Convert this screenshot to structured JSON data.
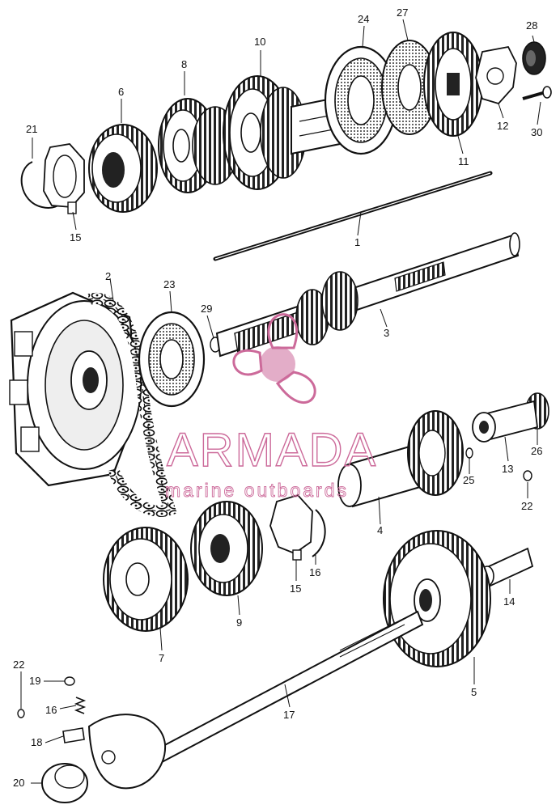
{
  "callouts": [
    {
      "id": "c1",
      "text": "1"
    },
    {
      "id": "c2",
      "text": "2"
    },
    {
      "id": "c3",
      "text": "3"
    },
    {
      "id": "c4",
      "text": "4"
    },
    {
      "id": "c5",
      "text": "5"
    },
    {
      "id": "c6",
      "text": "6"
    },
    {
      "id": "c7",
      "text": "7"
    },
    {
      "id": "c8",
      "text": "8"
    },
    {
      "id": "c9",
      "text": "9"
    },
    {
      "id": "c10",
      "text": "10"
    },
    {
      "id": "c11",
      "text": "11"
    },
    {
      "id": "c12",
      "text": "12"
    },
    {
      "id": "c13",
      "text": "13"
    },
    {
      "id": "c14",
      "text": "14"
    },
    {
      "id": "c15a",
      "text": "15"
    },
    {
      "id": "c15b",
      "text": "15"
    },
    {
      "id": "c16a",
      "text": "16"
    },
    {
      "id": "c16b",
      "text": "16"
    },
    {
      "id": "c17",
      "text": "17"
    },
    {
      "id": "c18",
      "text": "18"
    },
    {
      "id": "c19",
      "text": "19"
    },
    {
      "id": "c20",
      "text": "20"
    },
    {
      "id": "c21",
      "text": "21"
    },
    {
      "id": "c22a",
      "text": "22"
    },
    {
      "id": "c22b",
      "text": "22"
    },
    {
      "id": "c23",
      "text": "23"
    },
    {
      "id": "c24",
      "text": "24"
    },
    {
      "id": "c25",
      "text": "25"
    },
    {
      "id": "c26",
      "text": "26"
    },
    {
      "id": "c27",
      "text": "27"
    },
    {
      "id": "c28",
      "text": "28"
    },
    {
      "id": "c29",
      "text": "29"
    },
    {
      "id": "c30",
      "text": "30"
    }
  ],
  "watermark": {
    "title": "ARMADA",
    "subtitle": "marine outboards",
    "color": "#cc6a9a"
  },
  "line_color": "#111111"
}
